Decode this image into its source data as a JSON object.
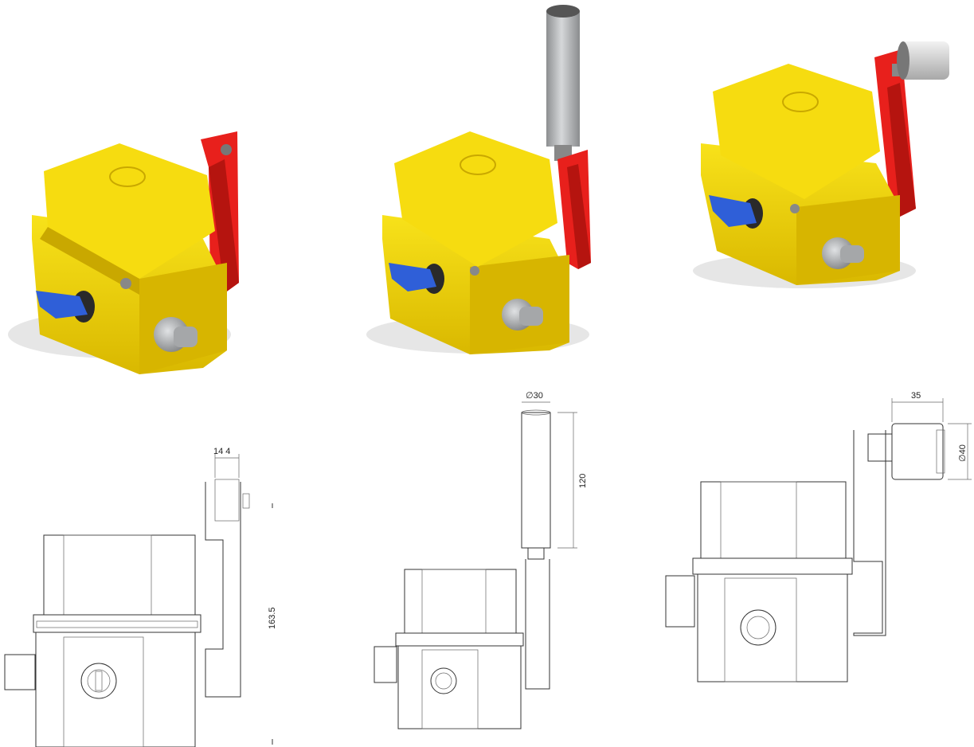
{
  "colors": {
    "housing": "#f2d400",
    "housing_shadow": "#c9a800",
    "lever": "#e8201c",
    "handle": "#2f5fd8",
    "gland": "#9a9ca0",
    "rod": "#b4b6b8",
    "roller": "#d8d8d8"
  },
  "variants": [
    {
      "id": "v1",
      "render_label": "Switch with short lever",
      "dims": [
        {
          "key": "roller_w",
          "text": "14 4"
        },
        {
          "key": "height",
          "text": "163.5"
        }
      ]
    },
    {
      "id": "v2",
      "render_label": "Switch with rod lever",
      "dims": [
        {
          "key": "rod_dia",
          "text": "∅30"
        },
        {
          "key": "rod_len",
          "text": "120"
        }
      ]
    },
    {
      "id": "v3",
      "render_label": "Switch with roller lever",
      "dims": [
        {
          "key": "roller_len",
          "text": "35"
        },
        {
          "key": "roller_dia",
          "text": "∅40"
        }
      ]
    }
  ],
  "icons": [
    "logo-emblem-icon",
    "gland-icon"
  ]
}
